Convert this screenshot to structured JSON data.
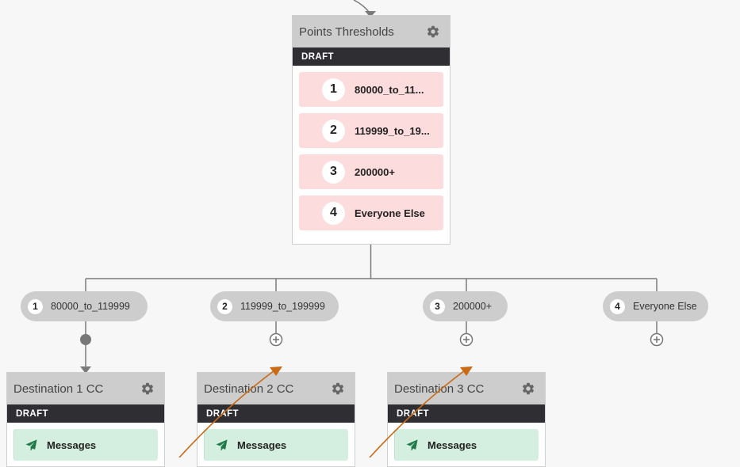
{
  "colors": {
    "canvas_bg": "#f7f7f7",
    "node_header": "#cdcdcd",
    "status_bar": "#2e2e33",
    "branch_item_bg": "#fddcdd",
    "message_bg": "#d4efdf",
    "message_icon": "#1f7a47",
    "connector": "#7a7a7a",
    "link_arrow": "#c96a15"
  },
  "split_node": {
    "title": "Points Thresholds",
    "status": "DRAFT",
    "settings_icon": "gear-icon",
    "branches": [
      {
        "number": "1",
        "label": "80000_to_11..."
      },
      {
        "number": "2",
        "label": "119999_to_19..."
      },
      {
        "number": "3",
        "label": "200000+"
      },
      {
        "number": "4",
        "label": "Everyone Else"
      }
    ]
  },
  "branch_pills": [
    {
      "number": "1",
      "label": "80000_to_119999"
    },
    {
      "number": "2",
      "label": "119999_to_199999"
    },
    {
      "number": "3",
      "label": "200000+"
    },
    {
      "number": "4",
      "label": "Everyone Else"
    }
  ],
  "destinations": [
    {
      "title": "Destination 1 CC",
      "status": "DRAFT",
      "step_label": "Messages",
      "step_icon": "send-icon"
    },
    {
      "title": "Destination 2 CC",
      "status": "DRAFT",
      "step_label": "Messages",
      "step_icon": "send-icon"
    },
    {
      "title": "Destination 3 CC",
      "status": "DRAFT",
      "step_label": "Messages",
      "step_icon": "send-icon"
    }
  ]
}
